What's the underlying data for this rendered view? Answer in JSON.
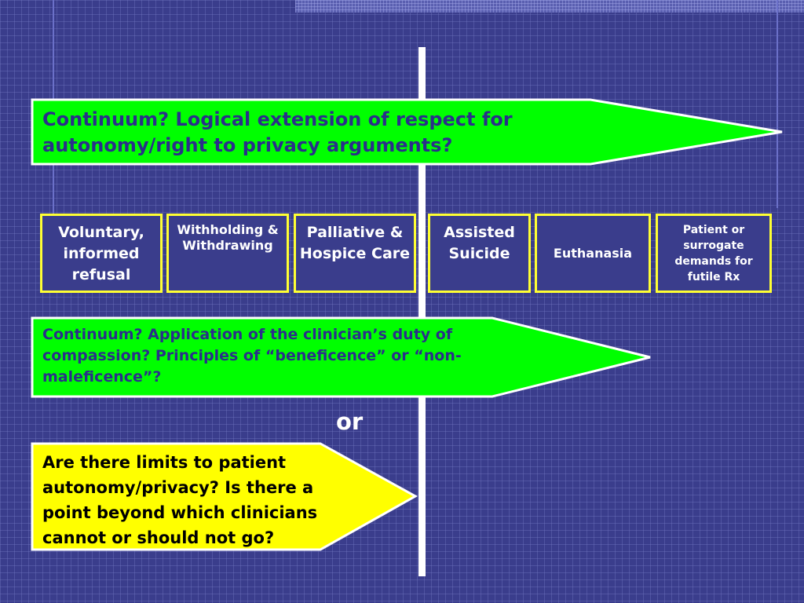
{
  "arrows": {
    "top": "Continuum? Logical extension of respect for autonomy/right to privacy arguments?",
    "middle": "Continuum? Application of the clinician’s duty of compassion? Principles of “beneficence” or “non-maleficence”?",
    "bottom": "Are there limits to patient autonomy/privacy? Is there a point beyond which clinicians cannot or should not go?"
  },
  "boxes": [
    "Voluntary, informed refusal",
    "Withholding & Withdrawing",
    "Palliative & Hospice Care",
    "Assisted Suicide",
    "Euthanasia",
    "Patient or surrogate demands for futile Rx"
  ],
  "or_label": "or",
  "colors": {
    "background": "#3a3d8c",
    "green_arrow": "#00ff00",
    "yellow_arrow": "#ffff00",
    "box_border": "#ffff33",
    "arrow_text_blue": "#2a2f8a"
  }
}
